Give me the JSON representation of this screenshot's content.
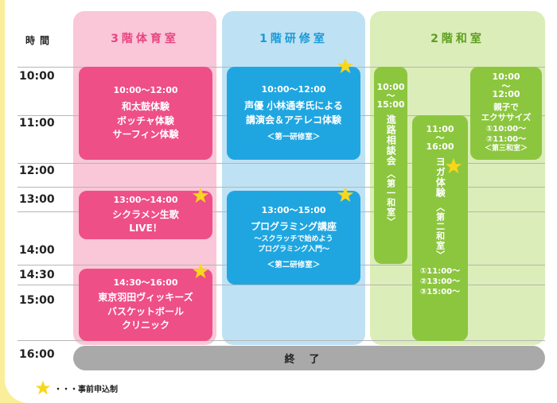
{
  "header": {
    "time_label": "時間"
  },
  "columns": [
    {
      "title": "3階体育室",
      "color": "#e8447f"
    },
    {
      "title": "1階研修室",
      "color": "#1a9ad6"
    },
    {
      "title": "2階和室",
      "color": "#5c9e1e"
    }
  ],
  "times": [
    "10:00",
    "11:00",
    "12:00",
    "13:00",
    "14:00",
    "14:30",
    "15:00",
    "16:00"
  ],
  "events": {
    "gym_1": {
      "time": "10:00～12:00",
      "lines": [
        "和太鼓体験",
        "ボッチャ体験",
        "サーフィン体験"
      ]
    },
    "gym_2": {
      "time": "13:00～14:00",
      "lines": [
        "シクラメン生歌",
        "LIVE！"
      ]
    },
    "gym_3": {
      "time": "14:30～16:00",
      "lines": [
        "東京羽田ヴィッキーズ",
        "バスケットボール",
        "クリニック"
      ]
    },
    "hall_1": {
      "time": "10:00～12:00",
      "lines": [
        "声優 小林通孝氏による",
        "講演会＆アテレコ体験"
      ],
      "room": "＜第一研修室＞"
    },
    "hall_2": {
      "time": "13:00～15:00",
      "lines": [
        "プログラミング講座"
      ],
      "sub": [
        "～スクラッチで始めよう",
        "プログラミング入門～"
      ],
      "room": "＜第二研修室＞"
    },
    "wa_1": {
      "time_start": "10:00",
      "time_end": "15:00",
      "title": "進路相談会",
      "room": "〈第一和室〉"
    },
    "wa_2": {
      "time_start": "11:00",
      "time_end": "16:00",
      "title": "ヨガ体験",
      "room": "〈第二和室〉",
      "slots": [
        "①11:00～",
        "②13:00～",
        "③15:00～"
      ]
    },
    "wa_3": {
      "time_start": "10:00",
      "time_end": "12:00",
      "lines": [
        "親子で",
        "エクササイズ"
      ],
      "slots": [
        "①10:00～",
        "②11:00～"
      ],
      "room": "＜第三和室＞"
    }
  },
  "end": {
    "label": "終了"
  },
  "legend": {
    "text": "・・・事前申込制",
    "star_color": "#f8d71b"
  },
  "colors": {
    "pink": "#ee4f86",
    "blue": "#1fa6e1",
    "green": "#8cc63f",
    "star": "#f8d71b"
  }
}
